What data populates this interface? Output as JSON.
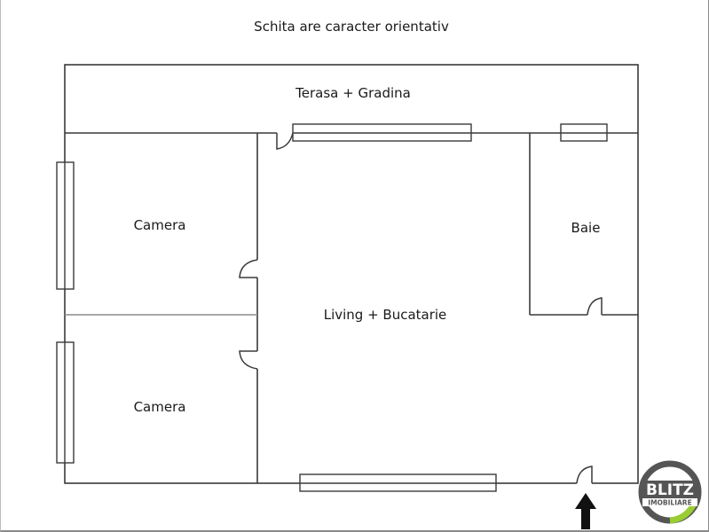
{
  "header": {
    "note": "Schita are caracter orientativ"
  },
  "rooms": [
    {
      "id": "terasa",
      "label": "Terasa + Gradina"
    },
    {
      "id": "camera1",
      "label": "Camera"
    },
    {
      "id": "camera2",
      "label": "Camera"
    },
    {
      "id": "living",
      "label": "Living + Bucatarie"
    },
    {
      "id": "baie",
      "label": "Baie"
    }
  ],
  "entrance": {
    "icon": "arrow-up-icon"
  },
  "logo": {
    "line1": "BLITZ",
    "line2": "IMOBILIARE",
    "ring_color": "#555555",
    "accent_color": "#9acd32"
  },
  "colors": {
    "wall": "#3a3a3a",
    "thin_wall": "#8c8c8c",
    "text": "#1a1a1a"
  }
}
